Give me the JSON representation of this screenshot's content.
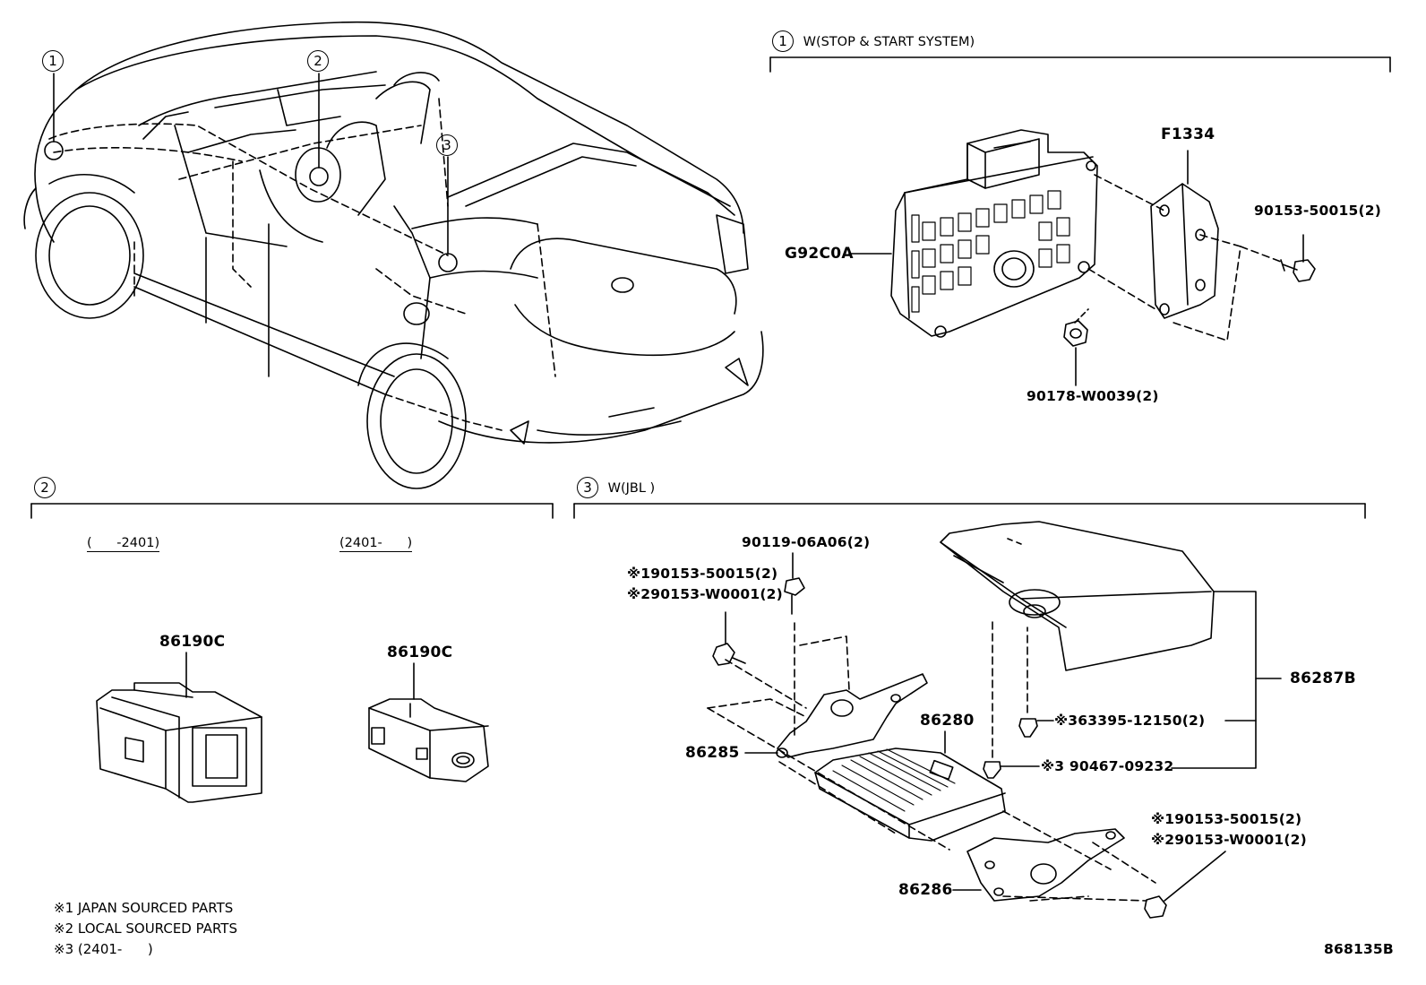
{
  "callouts": {
    "c1": "1",
    "c2": "2",
    "c3": "3"
  },
  "section1": {
    "number": "1",
    "title": "W(STOP & START SYSTEM)",
    "parts": {
      "g92c0a": "G92C0A",
      "f1334": "F1334",
      "bolt": "90153-50015(2)",
      "nut": "90178-W0039(2)"
    }
  },
  "section2": {
    "number": "2",
    "range_left": "(      -2401)",
    "range_right": "(2401-      )",
    "part_left": "86190C",
    "part_right": "86190C"
  },
  "section3": {
    "number": "3",
    "title": "W(JBL )",
    "parts": {
      "p90119": "90119-06A06(2)",
      "bolt1a": "※190153-50015(2)",
      "bolt1b": "※290153-W0001(2)",
      "p86285": "86285",
      "p86280": "86280",
      "p86287b": "86287B",
      "clip1": "※363395-12150(2)",
      "clip2": "※3 90467-09232",
      "bolt2a": "※190153-50015(2)",
      "bolt2b": "※290153-W0001(2)",
      "p86286": "86286"
    }
  },
  "notes": [
    "※1 JAPAN SOURCED PARTS",
    "※2 LOCAL SOURCED PARTS",
    "※3 (2401-      )"
  ],
  "diagram_id": "868135B"
}
